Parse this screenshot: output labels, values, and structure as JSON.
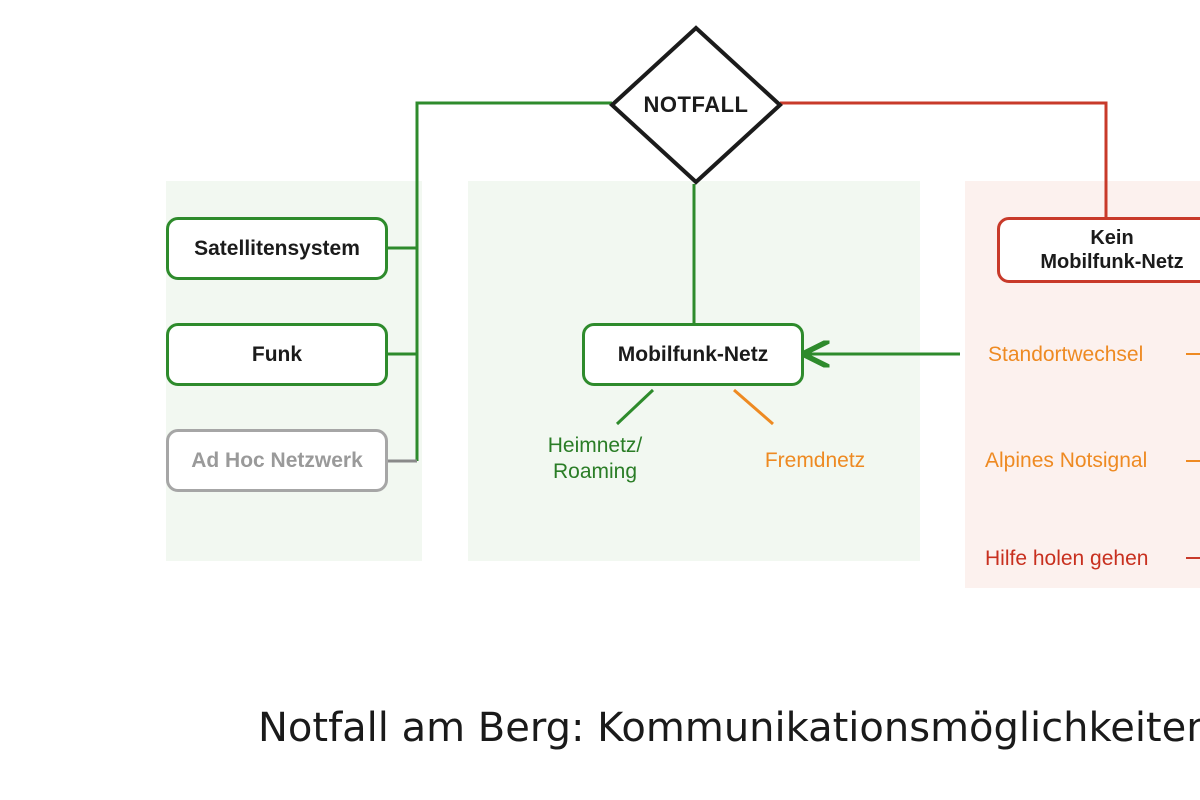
{
  "diagram": {
    "root": {
      "label": "NOTFALL"
    },
    "left_group": {
      "nodes": [
        {
          "id": "satellitensystem",
          "label": "Satellitensystem"
        },
        {
          "id": "funk",
          "label": "Funk"
        },
        {
          "id": "ad-hoc-netzwerk",
          "label": "Ad Hoc Netzwerk"
        }
      ]
    },
    "middle_group": {
      "node": {
        "label": "Mobilfunk-Netz"
      },
      "branches": [
        {
          "id": "heimnetz",
          "label": "Heimnetz/\nRoaming"
        },
        {
          "id": "fremdnetz",
          "label": "Fremdnetz"
        }
      ]
    },
    "right_group": {
      "node": {
        "label": "Kein\nMobilfunk-Netz"
      },
      "options": [
        {
          "id": "standortwechsel",
          "label": "Standortwechsel"
        },
        {
          "id": "alpines-notsignal",
          "label": "Alpines Notsignal"
        },
        {
          "id": "hilfe-holen",
          "label": "Hilfe holen gehen"
        }
      ]
    },
    "colors": {
      "green": "#2e8b2c",
      "red": "#c83a2a",
      "orange": "#ee8a22",
      "gray": "#a6a6a6",
      "panel_green": "#f2f8f1",
      "panel_red": "#fcf1ee"
    }
  },
  "caption": "Notfall am Berg:  Kommunikationsmöglichkeiten."
}
